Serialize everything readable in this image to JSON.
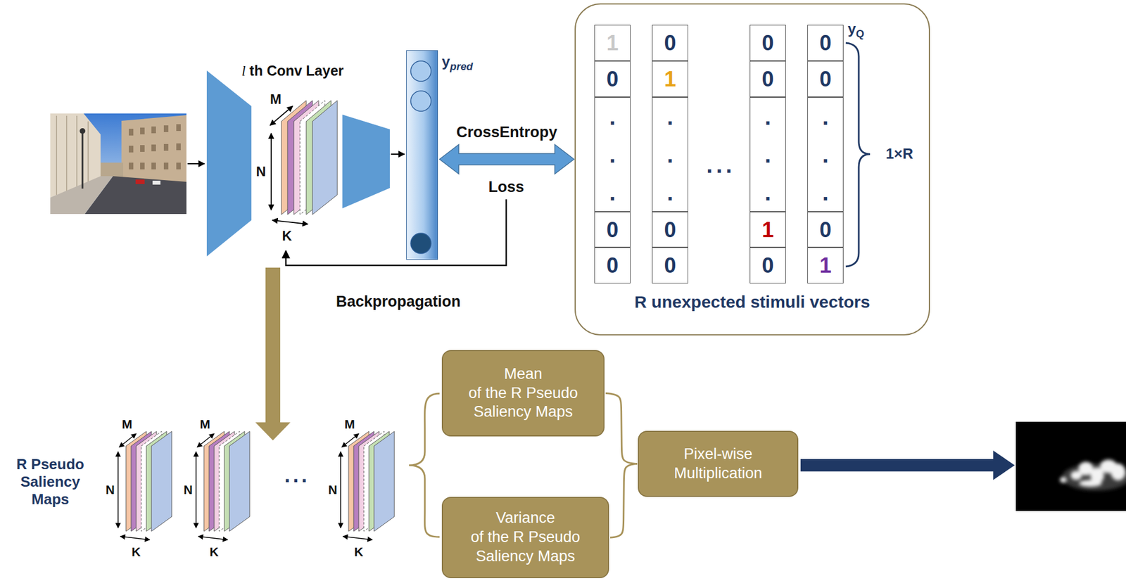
{
  "diagram": {
    "nodes": [
      {
        "text": [
          "ypred"
        ]
      },
      {
        "text": [
          "R unexpected stimuli vectors"
        ]
      },
      {
        "text": [
          "1"
        ],
        "in": 1
      },
      {
        "text": [
          "0"
        ],
        "in": 1
      },
      {
        "text": [
          ".",
          ".",
          "."
        ],
        "in": 1
      },
      {
        "text": [
          "0"
        ],
        "in": 1
      },
      {
        "text": [
          "0"
        ],
        "in": 1
      },
      {
        "text": [
          "0"
        ],
        "in": 1
      },
      {
        "text": [
          "1"
        ],
        "in": 1
      },
      {
        "text": [
          ".",
          ".",
          "."
        ],
        "in": 1
      },
      {
        "text": [
          "0"
        ],
        "in": 1
      },
      {
        "text": [
          "0"
        ],
        "in": 1
      },
      {
        "text": [
          "0"
        ],
        "in": 1
      },
      {
        "text": [
          "0"
        ],
        "in": 1
      },
      {
        "text": [
          ".",
          ".",
          "."
        ],
        "in": 1
      },
      {
        "text": [
          "1"
        ],
        "in": 1
      },
      {
        "text": [
          "0"
        ],
        "in": 1
      },
      {
        "text": [
          "0"
        ],
        "in": 1
      },
      {
        "text": [
          "0"
        ],
        "in": 1
      },
      {
        "text": [
          ".",
          ".",
          "."
        ],
        "in": 1
      },
      {
        "text": [
          "0"
        ],
        "in": 1
      },
      {
        "text": [
          "1"
        ],
        "in": 1
      },
      {
        "text": [
          "Mean of the R Pseudo Saliency Maps"
        ]
      },
      {
        "text": [
          "Variance of the R Pseudo Saliency Maps"
        ]
      },
      {
        "text": [
          "Pixel-wise Multiplication"
        ]
      }
    ],
    "edges": [
      {
        "from": 0,
        "to": 1,
        "arrow": "both",
        "label": "CrossEntropy"
      },
      {
        "from": 22,
        "to": 24,
        "arrow": "none"
      },
      {
        "from": 23,
        "to": 24,
        "arrow": "none"
      }
    ],
    "labels": [
      "l th Conv Layer",
      "M",
      "N",
      "K",
      "Loss",
      "Backpropagation",
      "...",
      "yQ",
      "1×R",
      "R Pseudo Saliency Maps",
      "M",
      "N",
      "K",
      "M",
      "N",
      "K",
      "...",
      "M",
      "N",
      "K"
    ]
  }
}
